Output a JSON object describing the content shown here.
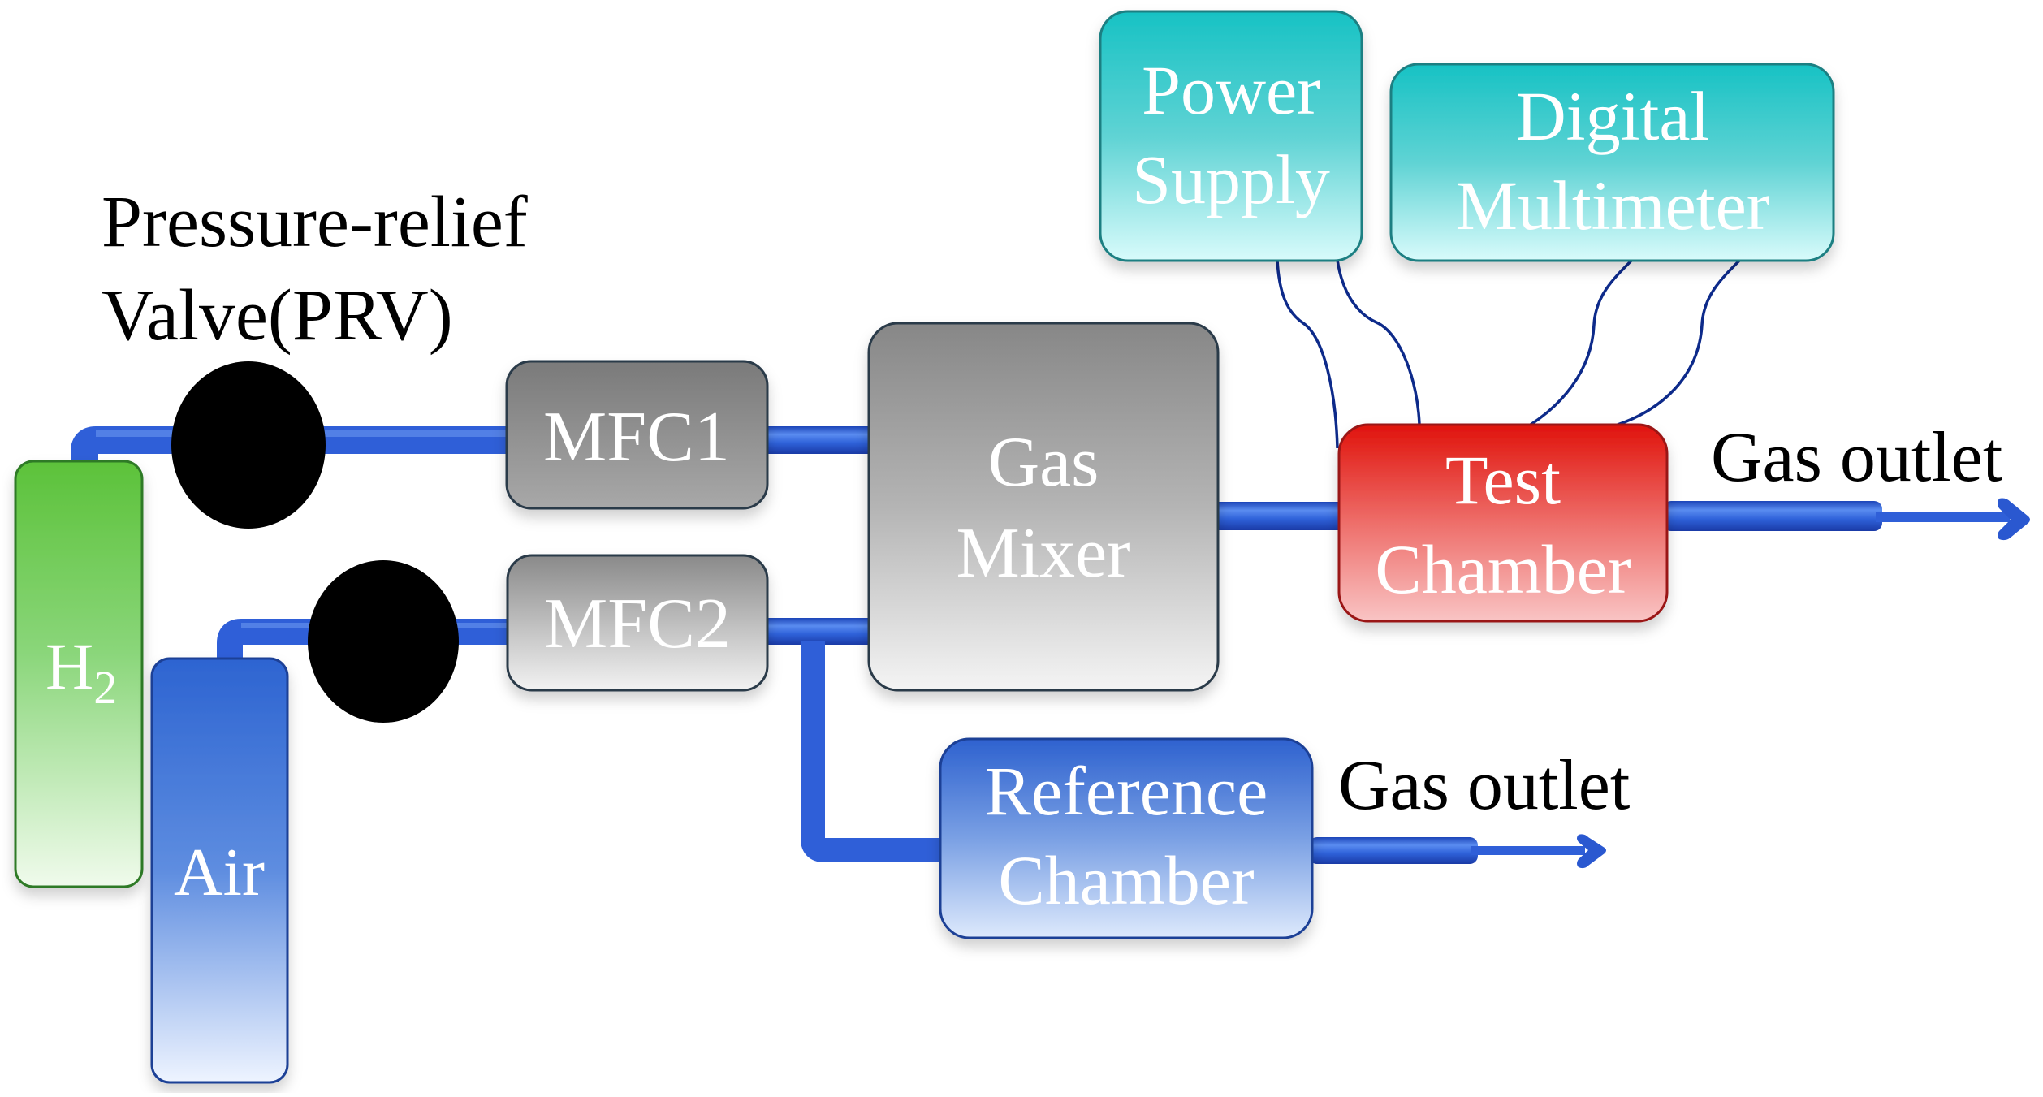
{
  "diagram": {
    "title": "Gas sensing test setup",
    "labels": {
      "prv_line1": "Pressure-relief",
      "prv_line2": "Valve(PRV)",
      "gas_outlet_test": "Gas outlet",
      "gas_outlet_ref": "Gas outlet"
    },
    "tanks": [
      {
        "id": "h2",
        "label": "H",
        "subscript": "2",
        "color_top": "#5dc23a",
        "color_bottom": "#eefbe9",
        "border": "#2f7a26"
      },
      {
        "id": "air",
        "label": "Air",
        "color_top": "#2f66d2",
        "color_bottom": "#eaf2ff",
        "border": "#1a3f96"
      }
    ],
    "valves": [
      {
        "id": "prv1",
        "name": "Pressure-relief valve 1",
        "color": "#000000"
      },
      {
        "id": "prv2",
        "name": "Pressure-relief valve 2",
        "color": "#000000"
      }
    ],
    "boxes": {
      "mfc1": {
        "lines": [
          "MFC1"
        ],
        "color_top": "#7c7c7c",
        "color_bottom": "#a4a4a4",
        "border": "#2b3a4a"
      },
      "mfc2": {
        "lines": [
          "MFC2"
        ],
        "color_top": "#8c8c8c",
        "color_bottom": "#f2f2f2",
        "border": "#2b3a4a"
      },
      "mixer": {
        "lines": [
          "Gas",
          "Mixer"
        ],
        "color_top": "#8a8a8a",
        "color_bottom": "#f2f2f2",
        "border": "#2b3a4a"
      },
      "test": {
        "lines": [
          "Test",
          "Chamber"
        ],
        "color_top": "#e0140e",
        "color_bottom": "#f7b6b6",
        "border": "#9a1212"
      },
      "reference": {
        "lines": [
          "Reference",
          "Chamber"
        ],
        "color_top": "#2f63d0",
        "color_bottom": "#d8e6fb",
        "border": "#1a3f96"
      },
      "power": {
        "lines": [
          "Power",
          "Supply"
        ],
        "color_top": "#1cc4c6",
        "color_bottom": "#d6fafa",
        "border": "#1f7f82"
      },
      "dmm": {
        "lines": [
          "Digital",
          "Multimeter"
        ],
        "color_top": "#1cc4c6",
        "color_bottom": "#d6fafa",
        "border": "#1f7f82"
      }
    },
    "colors": {
      "pipe": "#2f5fd8",
      "pipe_dark": "#1a3db0",
      "pipe_light": "#5b8bf0",
      "wire": "#0d2a8a",
      "text": "#000000"
    },
    "connections": [
      "H2 -> PRV1 -> MFC1 -> Gas Mixer",
      "Air -> PRV2 -> MFC2 -> Gas Mixer",
      "MFC2 -> Reference Chamber -> Gas outlet",
      "Gas Mixer -> Test Chamber -> Gas outlet",
      "Power Supply -> Test Chamber (2 wires)",
      "Digital Multimeter -> Test Chamber (2 wires)"
    ]
  }
}
